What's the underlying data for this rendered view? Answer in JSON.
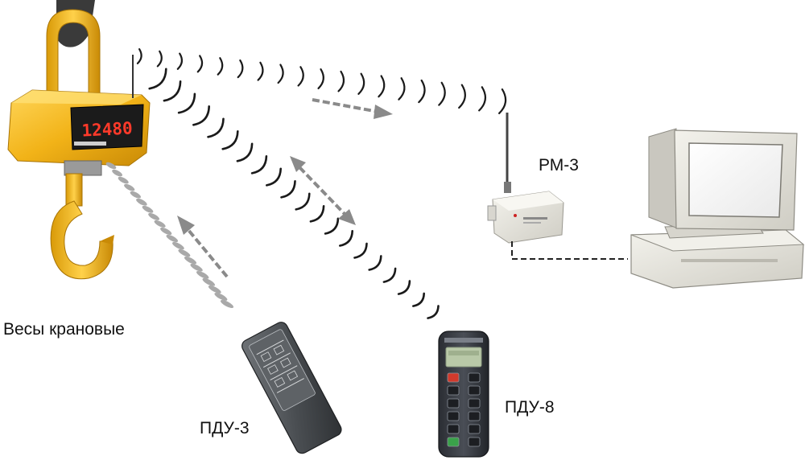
{
  "labels": {
    "scale": "Весы крановые",
    "remote_3": "ПДУ-3",
    "remote_8": "ПДУ-8",
    "receiver": "РМ-3"
  },
  "scale_display": {
    "reading": "12480"
  },
  "colors": {
    "scale_body": "#f2b318",
    "display_red": "#ff3a2a",
    "arrow": "#8a8a8a",
    "wave": "#1a1a1a"
  }
}
